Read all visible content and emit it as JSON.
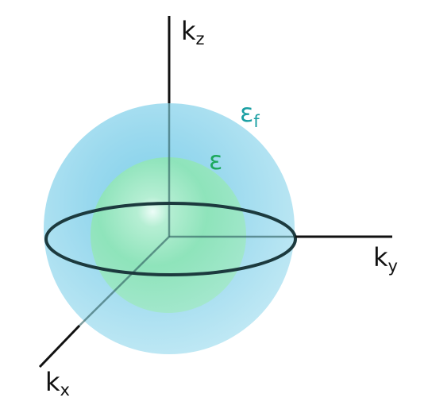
{
  "axes": {
    "kz": {
      "main": "k",
      "sub": "z"
    },
    "ky": {
      "main": "k",
      "sub": "y"
    },
    "kx": {
      "main": "k",
      "sub": "x"
    }
  },
  "spheres": {
    "fermi": {
      "main": "ε",
      "sub": "f"
    },
    "energy": {
      "main": "ε"
    }
  },
  "colors": {
    "fermi_sphere": "#a8def0",
    "energy_sphere": "#90e0b8",
    "fermi_label": "#1a9fa3",
    "energy_label": "#1ca85c",
    "axis": "#111111",
    "equator": "#1c3a3e"
  }
}
